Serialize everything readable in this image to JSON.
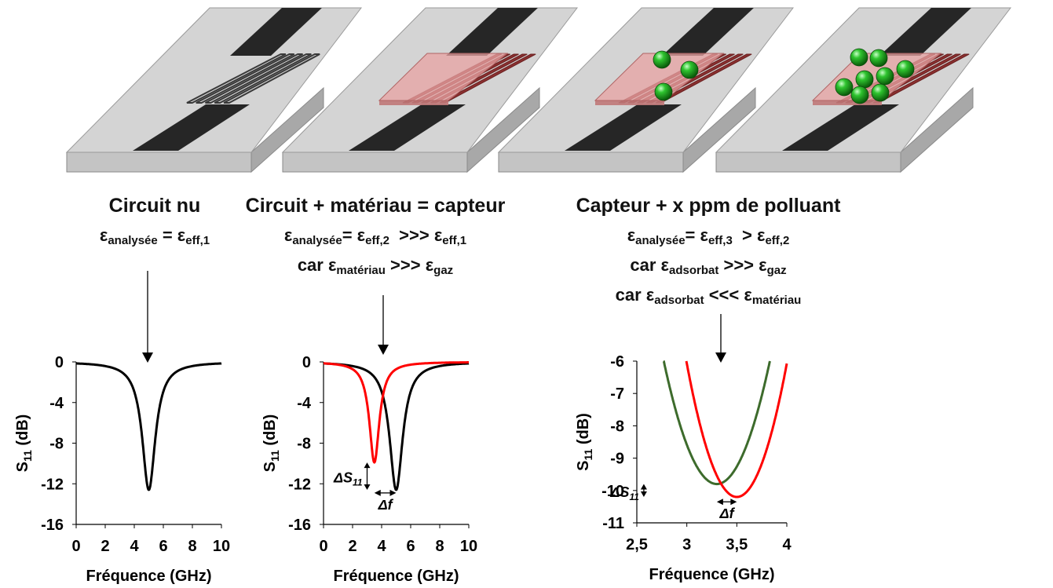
{
  "columns": [
    {
      "title": "Circuit nu",
      "lines": [
        [
          {
            "t": "ε"
          },
          {
            "s": "analysée"
          },
          {
            "t": " = ε"
          },
          {
            "s": "eff,1"
          }
        ]
      ]
    },
    {
      "title": "Circuit + matériau = capteur",
      "lines": [
        [
          {
            "t": "ε"
          },
          {
            "s": "analysée"
          },
          {
            "t": "= ε"
          },
          {
            "s": "eff,2"
          },
          {
            "t": "  >>> ε"
          },
          {
            "s": "eff,1"
          }
        ],
        [
          {
            "t": "car ε"
          },
          {
            "s": "matériau"
          },
          {
            "t": " >>> ε"
          },
          {
            "s": "gaz"
          }
        ]
      ]
    },
    {
      "title": "Capteur + x ppm de polluant",
      "lines": [
        [
          {
            "t": "ε"
          },
          {
            "s": "analysée"
          },
          {
            "t": "= ε"
          },
          {
            "s": "eff,3"
          },
          {
            "t": "  > ε"
          },
          {
            "s": "eff,2"
          }
        ],
        [
          {
            "t": "car ε"
          },
          {
            "s": "adsorbat"
          },
          {
            "t": " >>> ε"
          },
          {
            "s": "gaz"
          }
        ],
        [
          {
            "t": "car ε"
          },
          {
            "s": "adsorbat"
          },
          {
            "t": " <<< ε"
          },
          {
            "s": "matériau"
          }
        ]
      ]
    }
  ],
  "colors": {
    "substrate_top": "#d4d4d4",
    "substrate_front": "#c4c4c4",
    "substrate_side": "#a8a8a8",
    "trace": "#262626",
    "film": "#e8a3a3",
    "film_edge": "#b06464",
    "molecule": "#1faa1f",
    "curve_bare": "#000000",
    "curve_sensor": "#ff0000",
    "curve_polluted": "#3d6b2c"
  },
  "illustrations": [
    {
      "name": "bare-circuit",
      "film": false,
      "molecules": 0
    },
    {
      "name": "circuit-with-material",
      "film": true,
      "molecules": 0
    },
    {
      "name": "sensor-few-molecules",
      "film": true,
      "molecules": 3
    },
    {
      "name": "sensor-many-molecules",
      "film": true,
      "molecules": 8
    }
  ],
  "chart_data": [
    {
      "type": "line",
      "xlabel": "Fréquence (GHz)",
      "ylabel": "S11 (dB)",
      "xlim": [
        0,
        10
      ],
      "ylim": [
        -16,
        0
      ],
      "xticks": [
        "0",
        "2",
        "4",
        "6",
        "8",
        "10"
      ],
      "yticks": [
        "0",
        "-4",
        "-8",
        "-12",
        "-16"
      ],
      "grid": false,
      "series": [
        {
          "color": "#000000",
          "resonance_ghz": 5.0,
          "min_db": -12.6
        }
      ]
    },
    {
      "type": "line",
      "xlabel": "Fréquence (GHz)",
      "ylabel": "S11 (dB)",
      "xlim": [
        0,
        10
      ],
      "ylim": [
        -16,
        0
      ],
      "xticks": [
        "0",
        "2",
        "4",
        "6",
        "8",
        "10"
      ],
      "yticks": [
        "0",
        "-4",
        "-8",
        "-12",
        "-16"
      ],
      "grid": false,
      "series": [
        {
          "color": "#000000",
          "resonance_ghz": 5.0,
          "min_db": -12.6
        },
        {
          "color": "#ff0000",
          "resonance_ghz": 3.5,
          "min_db": -9.9
        }
      ],
      "annotations": [
        "ΔS11",
        "Δf"
      ]
    },
    {
      "type": "line",
      "xlabel": "Fréquence (GHz)",
      "ylabel": "S11 (dB)",
      "xlim": [
        2.5,
        4
      ],
      "ylim": [
        -11,
        -6
      ],
      "xticks": [
        "2,5",
        "3",
        "3,5",
        "4"
      ],
      "yticks": [
        "-6",
        "-7",
        "-8",
        "-9",
        "-10",
        "-11"
      ],
      "grid": false,
      "series": [
        {
          "color": "#3d6b2c",
          "resonance_ghz": 3.3,
          "min_db": -9.8
        },
        {
          "color": "#ff0000",
          "resonance_ghz": 3.5,
          "min_db": -10.2
        }
      ],
      "annotations": [
        "ΔS11",
        "Δf"
      ]
    }
  ]
}
